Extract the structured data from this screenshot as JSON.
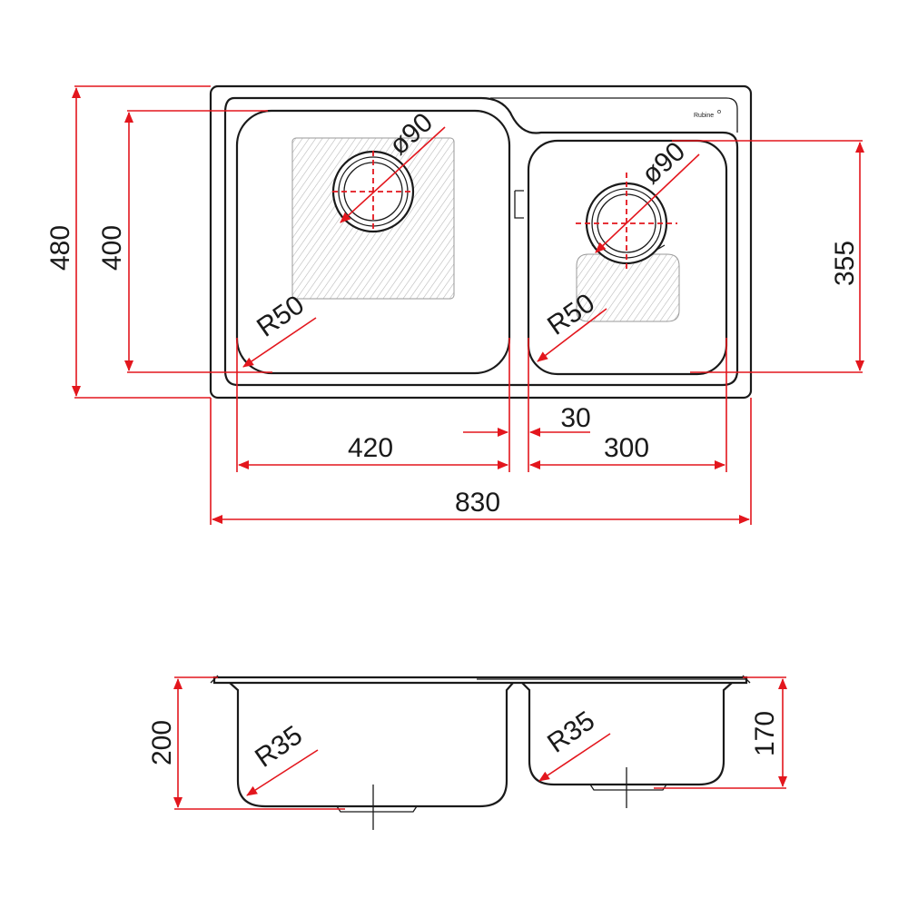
{
  "brand": {
    "logo_text": "Rubine"
  },
  "top_view": {
    "overall_width": "830",
    "overall_depth": "480",
    "left_bowl_depth": "400",
    "right_bowl_depth": "355",
    "left_bowl_width": "420",
    "right_bowl_width": "300",
    "divider_gap": "30",
    "left_drain_diameter": "ø90",
    "right_drain_diameter": "ø90",
    "left_corner_radius": "R50",
    "right_corner_radius": "R50"
  },
  "side_view": {
    "left_bowl_height": "200",
    "right_bowl_height": "170",
    "left_bottom_radius": "R35",
    "right_bottom_radius": "R35"
  },
  "colors": {
    "outline": "#1a1a1a",
    "dimension": "#e3161d",
    "hatch": "#9a9a9a"
  }
}
